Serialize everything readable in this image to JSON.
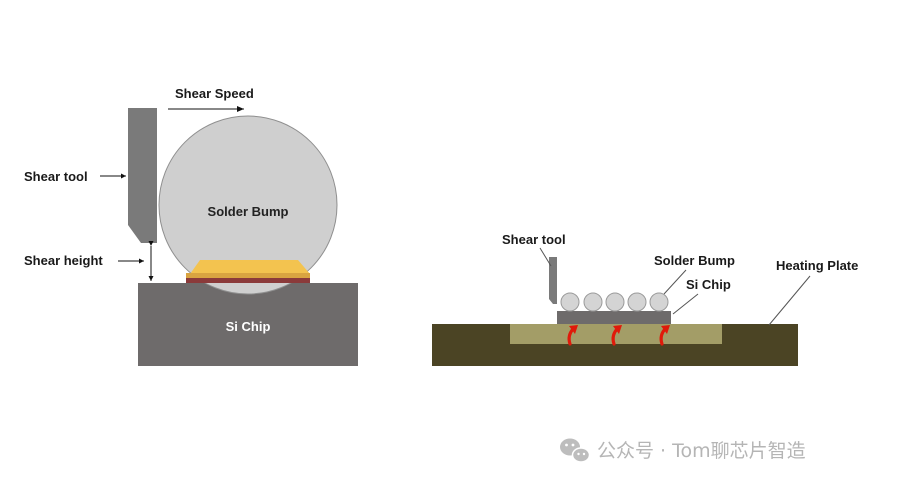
{
  "left_diagram": {
    "shear_speed_label": "Shear Speed",
    "shear_tool_label": "Shear tool",
    "shear_height_label": "Shear height",
    "solder_bump_label": "Solder Bump",
    "si_chip_label": "Si Chip"
  },
  "right_diagram": {
    "shear_tool_label": "Shear tool",
    "solder_bump_label": "Solder Bump",
    "si_chip_label": "Si Chip",
    "heating_plate_label": "Heating Plate"
  },
  "watermark": {
    "text": "公众号 · Tom聊芯片智造"
  },
  "colors": {
    "si_chip": "#6e6b6b",
    "solder_bump": "#cfcfcf",
    "shear_tool": "#7a7a7a",
    "pad_top": "#f3c34f",
    "pad_mid": "#d9a441",
    "pad_bottom": "#8b3a3a",
    "heating_plate": "#4b4424",
    "heating_inner": "#a39d67",
    "heat_arrow": "#e01a0a"
  }
}
